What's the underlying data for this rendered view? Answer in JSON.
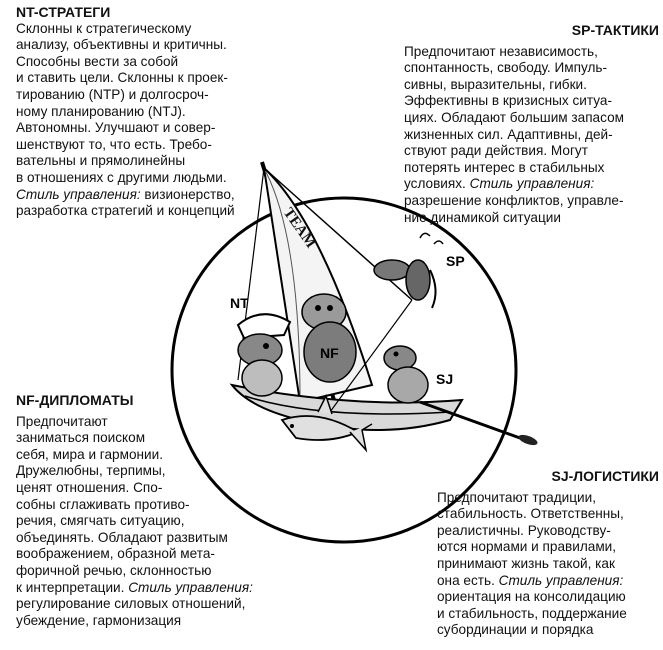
{
  "nt": {
    "heading": "NT-СТРАТЕГИ",
    "text": "Склонны к стратегическому\nанализу, объективны и критичны.\nСпособны вести за собой\nи ставить цели. Склонны к проек-\nтированию (NTP) и долгосроч-\nному планированию (NTJ).\nАвтономны. Улучшают и совер-\nшенствуют то, что есть. Требо-\nвательны и прямолинейны\nв отношениях с другими людьми.",
    "style_label": "Стиль управления:",
    "style_text": " визионерство,\nразработка стратегий и концепций"
  },
  "sp": {
    "heading": "SP-ТАКТИКИ",
    "text": "Предпочитают независимость,\nспонтанность, свободу. Импуль-\nсивны, выразительны, гибки.\nЭффективны в кризисных ситуа-\nциях. Обладают большим запасом\nжизненных сил. Адаптивны, дей-\nствуют ради действия. Могут\nпотерять интерес в стабильных\nусловиях.",
    "style_label": "Стиль управления:",
    "style_text": "\nразрешение конфликтов, управле-\nние динамикой ситуации"
  },
  "nf": {
    "heading": "NF-ДИПЛОМАТЫ",
    "text": "Предпочитают\nзаниматься поиском\nсебя, мира и гармонии.\nДружелюбны, терпимы,\nценят отношения. Спо-\nсобны сглаживать противо-\nречия, смягчать ситуацию,\nобъединять. Обладают развитым\nвоображением, образной мета-\nфоричной речью, склонностью\nк интерпретации.",
    "style_label": "Стиль управления:",
    "style_text": "\nрегулирование силовых отношений,\nубеждение, гармонизация"
  },
  "sj": {
    "heading": "SJ-ЛОГИСТИКИ",
    "text": "Предпочитают традиции,\nстабильность. Ответственны,\nреалистичны. Руководству-\nются нормами  и правилами,\nпринимают жизнь такой, как\nона есть.",
    "style_label": "Стиль управления:",
    "style_text": "\nориентация на консолидацию\nи стабильность, поддержание\nсубординации и порядка"
  },
  "illustration": {
    "labels": {
      "nt": "NT",
      "nf": "NF",
      "sp": "SP",
      "sj": "SJ"
    },
    "sail_text": "TEAM"
  }
}
